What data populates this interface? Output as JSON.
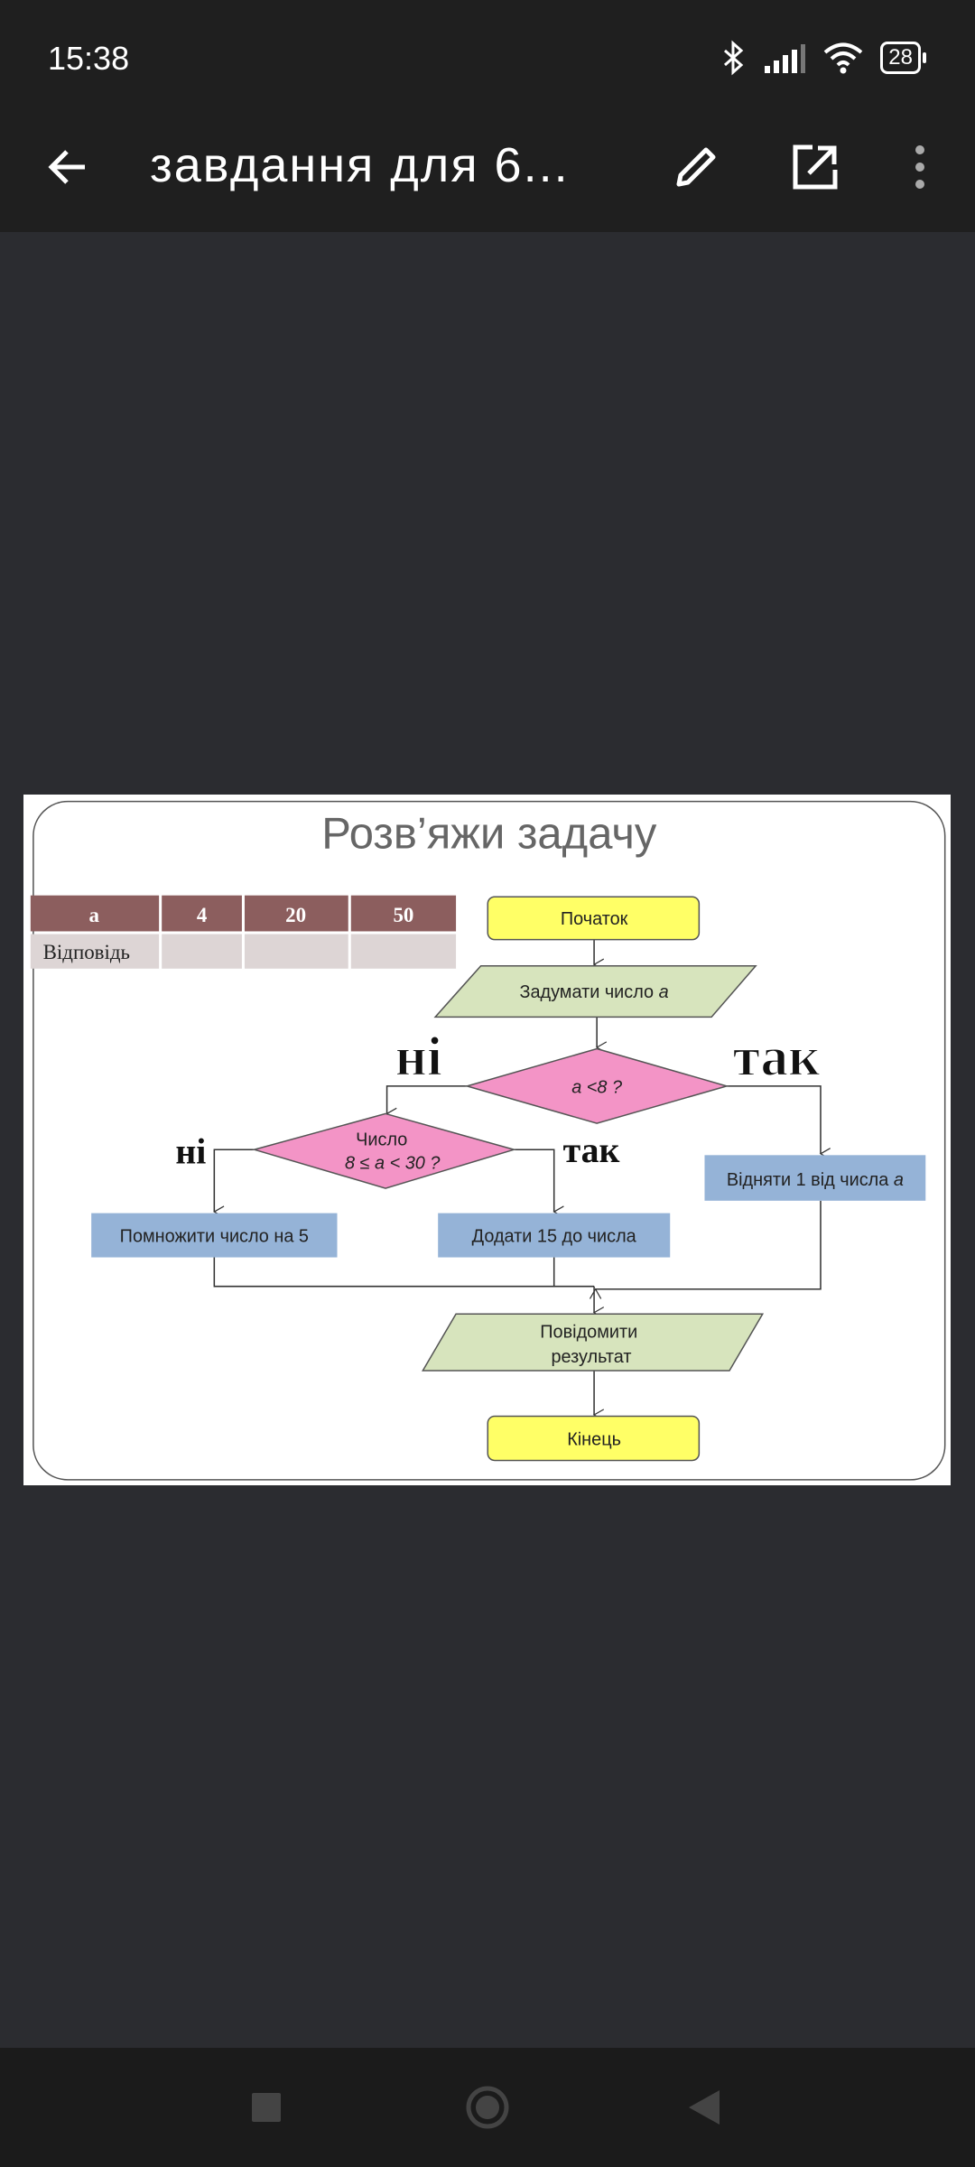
{
  "status_bar": {
    "time": "15:38",
    "battery": "28",
    "icons": [
      "bluetooth-icon",
      "signal-icon",
      "wifi-icon",
      "battery-icon"
    ]
  },
  "toolbar": {
    "title": "завдання  для  6...",
    "icons": [
      "back-arrow-icon",
      "pencil-icon",
      "open-external-icon",
      "more-vert-icon"
    ]
  },
  "slide": {
    "title": "Розв’яжи задачу",
    "table": {
      "header": [
        "a",
        "4",
        "20",
        "50"
      ],
      "row": [
        "Відповідь",
        "",
        "",
        ""
      ]
    },
    "flowchart": {
      "start": "Початок",
      "input": "Задумати число",
      "var": "a",
      "cond1": "a <8 ?",
      "cond1_no": "ні",
      "cond1_yes": "так",
      "cond2_line1": "Число",
      "cond2_line2": "8 ≤ a < 30 ?",
      "cond2_no": "ні",
      "cond2_yes": "так",
      "multiply": "Помножити число на 5",
      "add": "Додати 15 до числа",
      "subtract": "Відняти 1 від числа",
      "output_line1": "Повідомити",
      "output_line2": "результат",
      "end": "Кінець"
    },
    "colors": {
      "terminal": "#ffff66",
      "io": "#d7e4bd",
      "decision": "#f394c6",
      "process": "#95b3d7",
      "table_header": "#8c5e5e",
      "table_row": "#ddd5d5"
    }
  },
  "navbar": {
    "icons": [
      "recents-square-icon",
      "home-circle-icon",
      "back-triangle-icon"
    ]
  }
}
